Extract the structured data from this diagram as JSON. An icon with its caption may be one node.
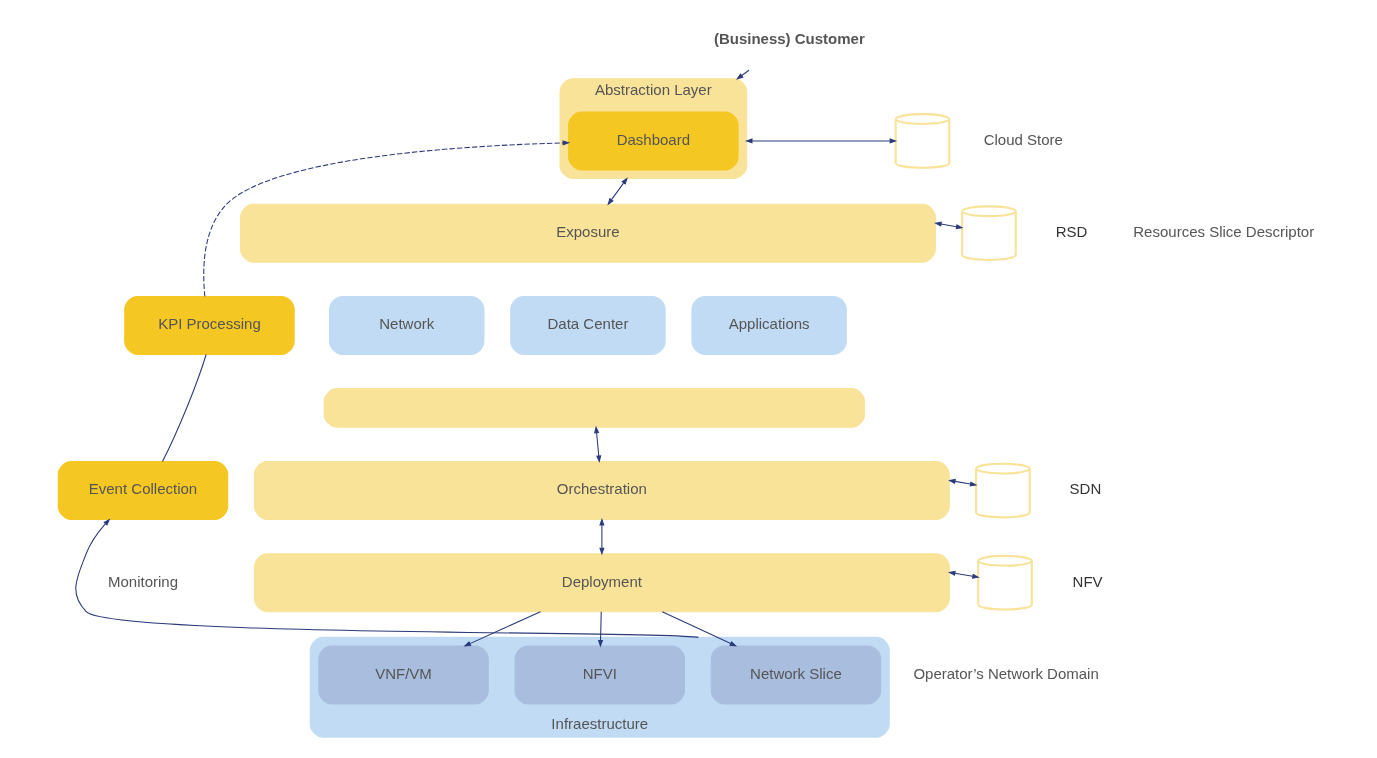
{
  "diagram": {
    "nodes": [
      {
        "text": [
          "(Business) Customer"
        ]
      },
      {
        "text": [
          "Abstraction Layer"
        ]
      },
      {
        "text": [
          "Dashboard"
        ],
        "in": 1
      },
      {
        "text": [],
        "shape": "cylinder",
        "beside": [
          "Cloud Store"
        ]
      },
      {
        "text": [
          "Exposure"
        ]
      },
      {
        "text": [],
        "shape": "cylinder",
        "beside": [
          "RSD",
          "Resources Slice Descriptor"
        ]
      },
      {
        "text": [
          "KPI Processing"
        ]
      },
      {
        "text": [],
        "shape": "box"
      },
      {
        "text": [
          "Network"
        ]
      },
      {
        "text": [
          "Data Center"
        ]
      },
      {
        "text": [
          "Applications"
        ]
      },
      {
        "text": [
          "Event Collection"
        ]
      },
      {
        "text": [
          "Orchestration"
        ]
      },
      {
        "text": [],
        "shape": "cylinder",
        "beside": [
          "SDN"
        ]
      },
      {
        "text": [
          "Deployment"
        ]
      },
      {
        "text": [],
        "shape": "cylinder",
        "beside": [
          "NFV"
        ]
      },
      {
        "text": [
          "Infraestructure"
        ]
      },
      {
        "text": [
          "Network Slice"
        ],
        "in": 16
      },
      {
        "text": [
          "NFVI"
        ],
        "in": 16
      },
      {
        "text": [
          "VNF/VM"
        ],
        "in": 16
      }
    ],
    "edges": [
      {
        "from": 0,
        "to": 1,
        "arrow": "to"
      },
      {
        "from": 1,
        "to": 3,
        "arrow": "both"
      },
      {
        "from": 1,
        "to": 4,
        "arrow": "both"
      },
      {
        "from": 4,
        "to": 5,
        "arrow": "both"
      },
      {
        "from": 6,
        "to": 2,
        "arrow": "to",
        "style": "dashed"
      },
      {
        "from": 11,
        "to": 6,
        "arrow": "none"
      },
      {
        "from": 7,
        "to": 12,
        "arrow": "both"
      },
      {
        "from": 12,
        "to": 13,
        "arrow": "both"
      },
      {
        "from": 12,
        "to": 14,
        "arrow": "both"
      },
      {
        "from": 14,
        "to": 15,
        "arrow": "both"
      },
      {
        "from": 14,
        "to": 17,
        "arrow": "to"
      },
      {
        "from": 14,
        "to": 18,
        "arrow": "to"
      },
      {
        "from": 14,
        "to": 19,
        "arrow": "to"
      },
      {
        "from": 16,
        "to": 11,
        "arrow": "to"
      }
    ],
    "labels": [
      "Monitoring",
      "Operator’s Network Domain"
    ]
  }
}
